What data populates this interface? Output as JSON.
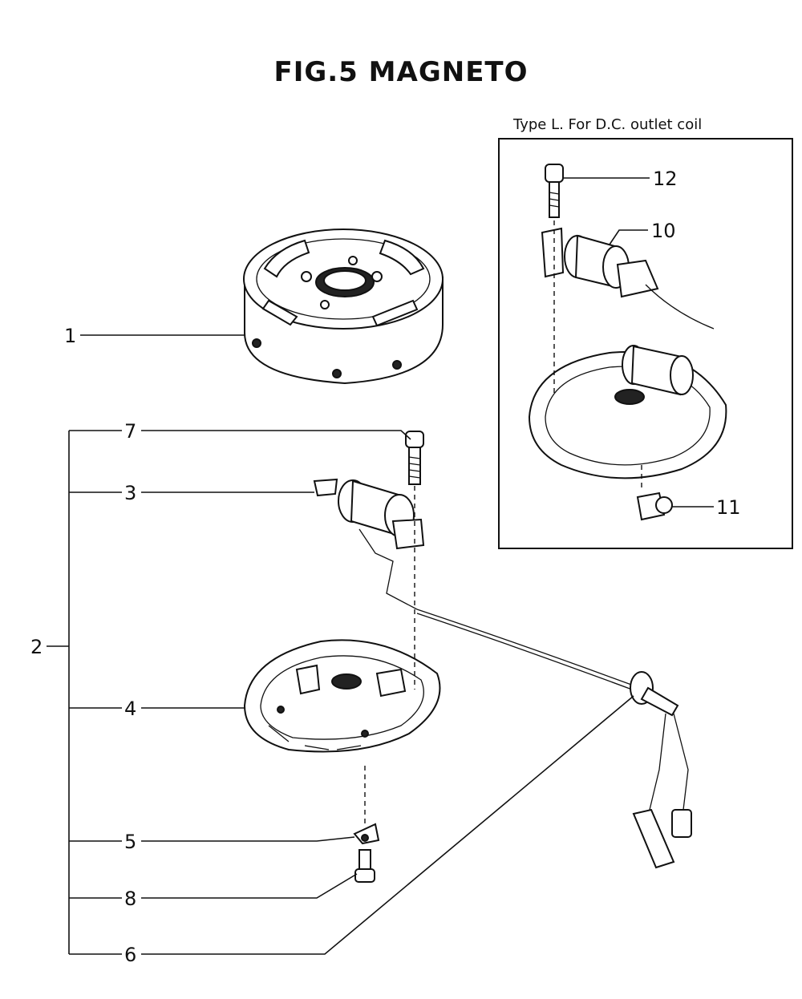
{
  "title": "FIG.5 MAGNETO",
  "inset": {
    "caption": "Type L. For D.C. outlet coil"
  },
  "callouts": {
    "c1": "1",
    "c2": "2",
    "c3": "3",
    "c4": "4",
    "c5": "5",
    "c6": "6",
    "c7": "7",
    "c8": "8",
    "c10": "10",
    "c11": "11",
    "c12": "12"
  }
}
